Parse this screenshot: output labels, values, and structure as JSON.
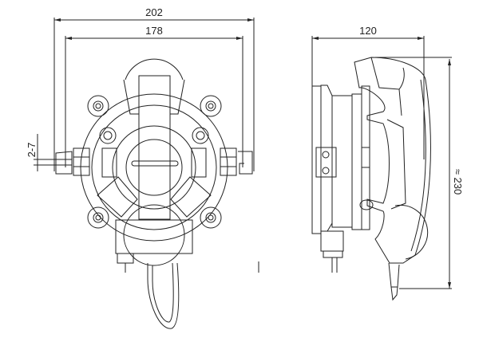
{
  "front_view": {
    "dimensions": {
      "overall_width": "202",
      "mount_width": "178",
      "hole": "2-7"
    }
  },
  "side_view": {
    "dimensions": {
      "depth": "120",
      "height": "≈ 230"
    }
  },
  "colors": {
    "line": "#222222",
    "background": "#ffffff"
  }
}
